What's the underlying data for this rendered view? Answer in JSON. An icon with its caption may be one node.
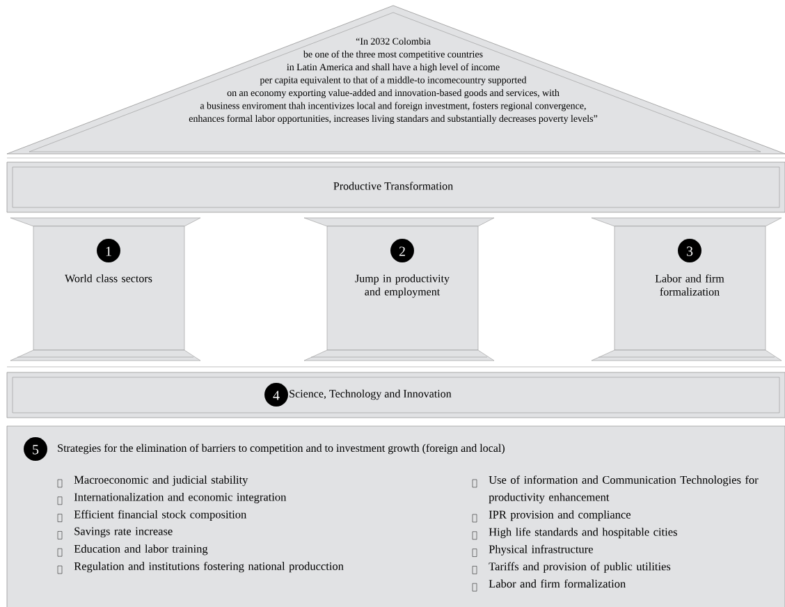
{
  "diagram": {
    "nodes": [
      {
        "text": [
          "“In 2032 Colombia be one of the three most competitive countries in Latin America and shall have a high level of income per capita equivalent to that of a middle-to incomecountry supported on an economy exporting value-added and innovation-based goods and services, with a business enviroment thah incentivizes local and foreign investment, fosters regional convergence, enhances formal labor opportunities, increases living standars and substantially decreases poverty levels”"
        ]
      },
      {
        "text": [
          "Productive Transformation"
        ]
      },
      {
        "text": [
          "1",
          "World class sectors"
        ]
      },
      {
        "text": [
          "2",
          "Jump in productivity and employment"
        ]
      },
      {
        "text": [
          "3",
          "Labor and firm formalization"
        ]
      },
      {
        "text": [
          "4",
          "Science, Technology and Innovation"
        ]
      },
      {
        "text": [
          "5",
          "Strategies for the elimination of barriers to competition and to investment growth (foreign and local)",
          "Macroeconomic and judicial stability",
          "Internationalization and economic integration",
          "Efficient financial stock composition",
          "Savings rate increase",
          "Education and labor training",
          "Regulation and institutions fostering national producction",
          "Use of information and Communication Technologies for productivity enhancement",
          "IPR provision and compliance",
          "High life standards and hospitable cities",
          "Physical infrastructure",
          "Tariffs and provision of public utilities",
          "Labor and firm formalization"
        ]
      }
    ]
  }
}
